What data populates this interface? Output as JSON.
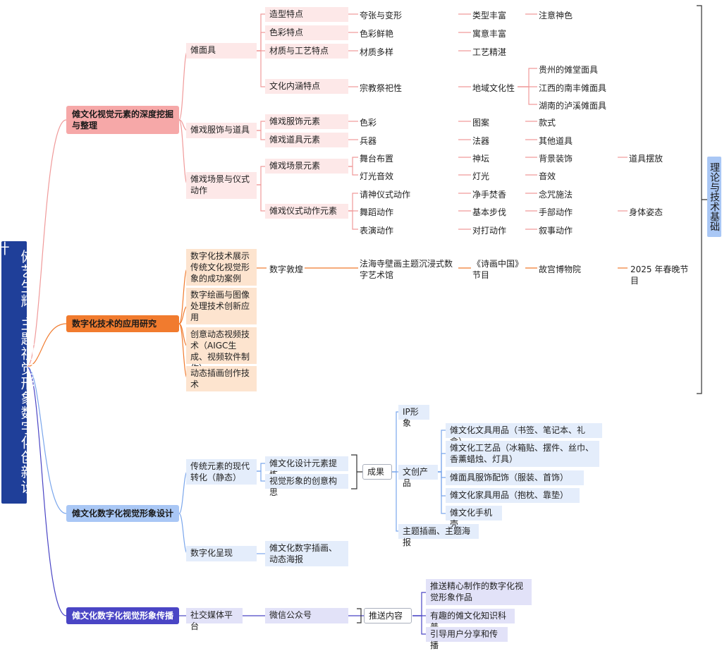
{
  "root": {
    "title": "“傩艺生辉”主题视觉形象数字化创新设计"
  },
  "side_label": "理论与技术基础",
  "b1": {
    "title": "傩文化视觉元素的深度挖掘与整理",
    "mask": "傩面具",
    "mask_shape": "造型特点",
    "mask_color": "色彩特点",
    "mask_material": "材质与工艺特点",
    "mask_culture": "文化内涵特点",
    "shape_a": "夸张与变形",
    "shape_b": "类型丰富",
    "shape_c": "注意神色",
    "color_a": "色彩鲜艳",
    "color_b": "寓意丰富",
    "material_a": "材质多样",
    "material_b": "工艺精湛",
    "culture_a": "宗教祭祀性",
    "culture_b": "地域文化性",
    "region_1": "贵州的傩堂面具",
    "region_2": "江西的南丰傩面具",
    "region_3": "湖南的泸溪傩面具",
    "costume": "傩戏服饰与道具",
    "costume_el": "傩戏服饰元素",
    "prop_el": "傩戏道具元素",
    "costume_a": "色彩",
    "costume_b": "图案",
    "costume_c": "款式",
    "prop_a": "兵器",
    "prop_b": "法器",
    "prop_c": "其他道具",
    "scene": "傩戏场景与仪式动作",
    "scene_el": "傩戏场景元素",
    "ritual_el": "傩戏仪式动作元素",
    "stage": "舞台布置",
    "stage_a": "神坛",
    "stage_b": "背景装饰",
    "stage_c": "道具摆放",
    "light": "灯光音效",
    "light_a": "灯光",
    "light_b": "音效",
    "ritual_1": "请神仪式动作",
    "ritual_1a": "净手焚香",
    "ritual_1b": "念咒施法",
    "ritual_2": "舞蹈动作",
    "ritual_2a": "基本步伐",
    "ritual_2b": "手部动作",
    "ritual_2c": "身体姿态",
    "ritual_3": "表演动作",
    "ritual_3a": "对打动作",
    "ritual_3b": "叙事动作"
  },
  "b2": {
    "title": "数字化技术的应用研究",
    "case": "数字化技术展示传统文化视觉形象的成功案例",
    "case_1": "数字敦煌",
    "case_2": "法海寺壁画主题沉浸式数字艺术馆",
    "case_3": "《诗画中国》节目",
    "case_4": "故宫博物院",
    "case_5": "2025 年春晚节目",
    "draw": "数字绘画与图像处理技术创新应用",
    "video": "创意动态视频技术（AIGC生成、视频软件制作）",
    "illus": "动态插画创作技术"
  },
  "b3": {
    "title": "傩文化数字化视觉形象设计",
    "modern": "传统元素的现代转化（静态）",
    "extract": "傩文化设计元素提炼",
    "concept": "视觉形象的创意构思",
    "result": "成果",
    "ip": "IP形象",
    "product": "文创产品",
    "poster": "主题插画、主题海报",
    "p1": "傩文化文具用品（书签、笔记本、礼盒）",
    "p2": "傩文化工艺品（冰箱贴、摆件、丝巾、香薰蜡烛、灯具）",
    "p3": "傩面具服饰配饰（服装、首饰）",
    "p4": "傩文化家具用品（抱枕、靠垫）",
    "p5": "傩文化手机壳",
    "digital": "数字化呈现",
    "digital_a": "傩文化数字插画、动态海报"
  },
  "b4": {
    "title": "傩文化数字化视觉形象传播",
    "media": "社交媒体平台",
    "wechat": "微信公众号",
    "push": "推送内容",
    "push_1": "推送精心制作的数字化视觉形象作品",
    "push_2": "有趣的傩文化知识科普",
    "push_3": "引导用户分享和传播"
  },
  "colors": {
    "red": "#f09a9a",
    "orange": "#f17b2e",
    "blue": "#7aa6ec",
    "purple": "#4a45c5",
    "root": "#1f3f99"
  }
}
